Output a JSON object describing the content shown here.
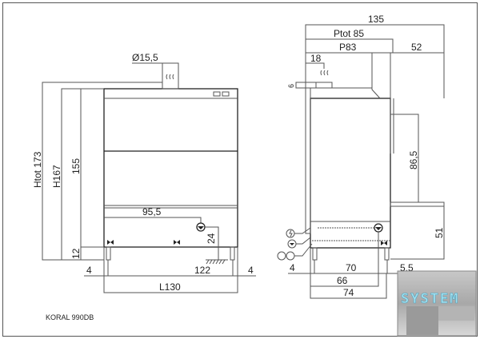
{
  "model_label": "KORAL 990DB",
  "front_view": {
    "diameter": "Ø15,5",
    "htot": "Htot 173",
    "h": "H167",
    "body_height": "155",
    "leg_height": "12",
    "drain_offset": "95,5",
    "drain_height": "24",
    "leg_inset_left": "4",
    "leg_span": "122",
    "leg_inset_right": "4",
    "length": "L130"
  },
  "side_view": {
    "total_open": "135",
    "ptot": "Ptot 85",
    "p": "P83",
    "door_depth": "52",
    "chimney_offset": "18",
    "chimney_height": "6",
    "table_clearance": "86,5",
    "table_height": "51",
    "leg_inset": "4",
    "leg_span": "70",
    "right_offset": "5,5",
    "drain_depth": "66",
    "base_depth": "74"
  },
  "logo": {
    "text": "SYSTEM"
  },
  "colors": {
    "line": "#555555",
    "logo_text": "#9fe0f0"
  }
}
